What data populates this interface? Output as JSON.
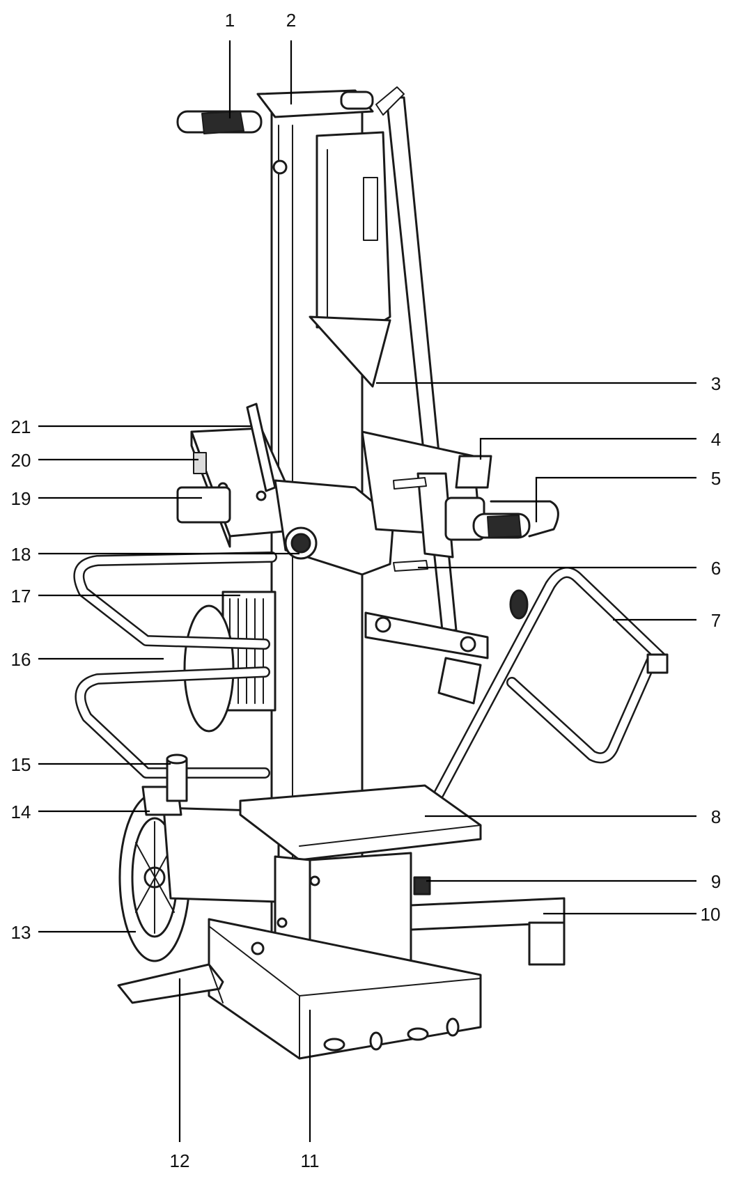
{
  "callouts": [
    {
      "number": "1"
    },
    {
      "number": "2"
    },
    {
      "number": "3"
    },
    {
      "number": "4"
    },
    {
      "number": "5"
    },
    {
      "number": "6"
    },
    {
      "number": "7"
    },
    {
      "number": "8"
    },
    {
      "number": "9"
    },
    {
      "number": "10"
    },
    {
      "number": "11"
    },
    {
      "number": "12"
    },
    {
      "number": "13"
    },
    {
      "number": "14"
    },
    {
      "number": "15"
    },
    {
      "number": "16"
    },
    {
      "number": "17"
    },
    {
      "number": "18"
    },
    {
      "number": "19"
    },
    {
      "number": "20"
    },
    {
      "number": "21"
    }
  ]
}
